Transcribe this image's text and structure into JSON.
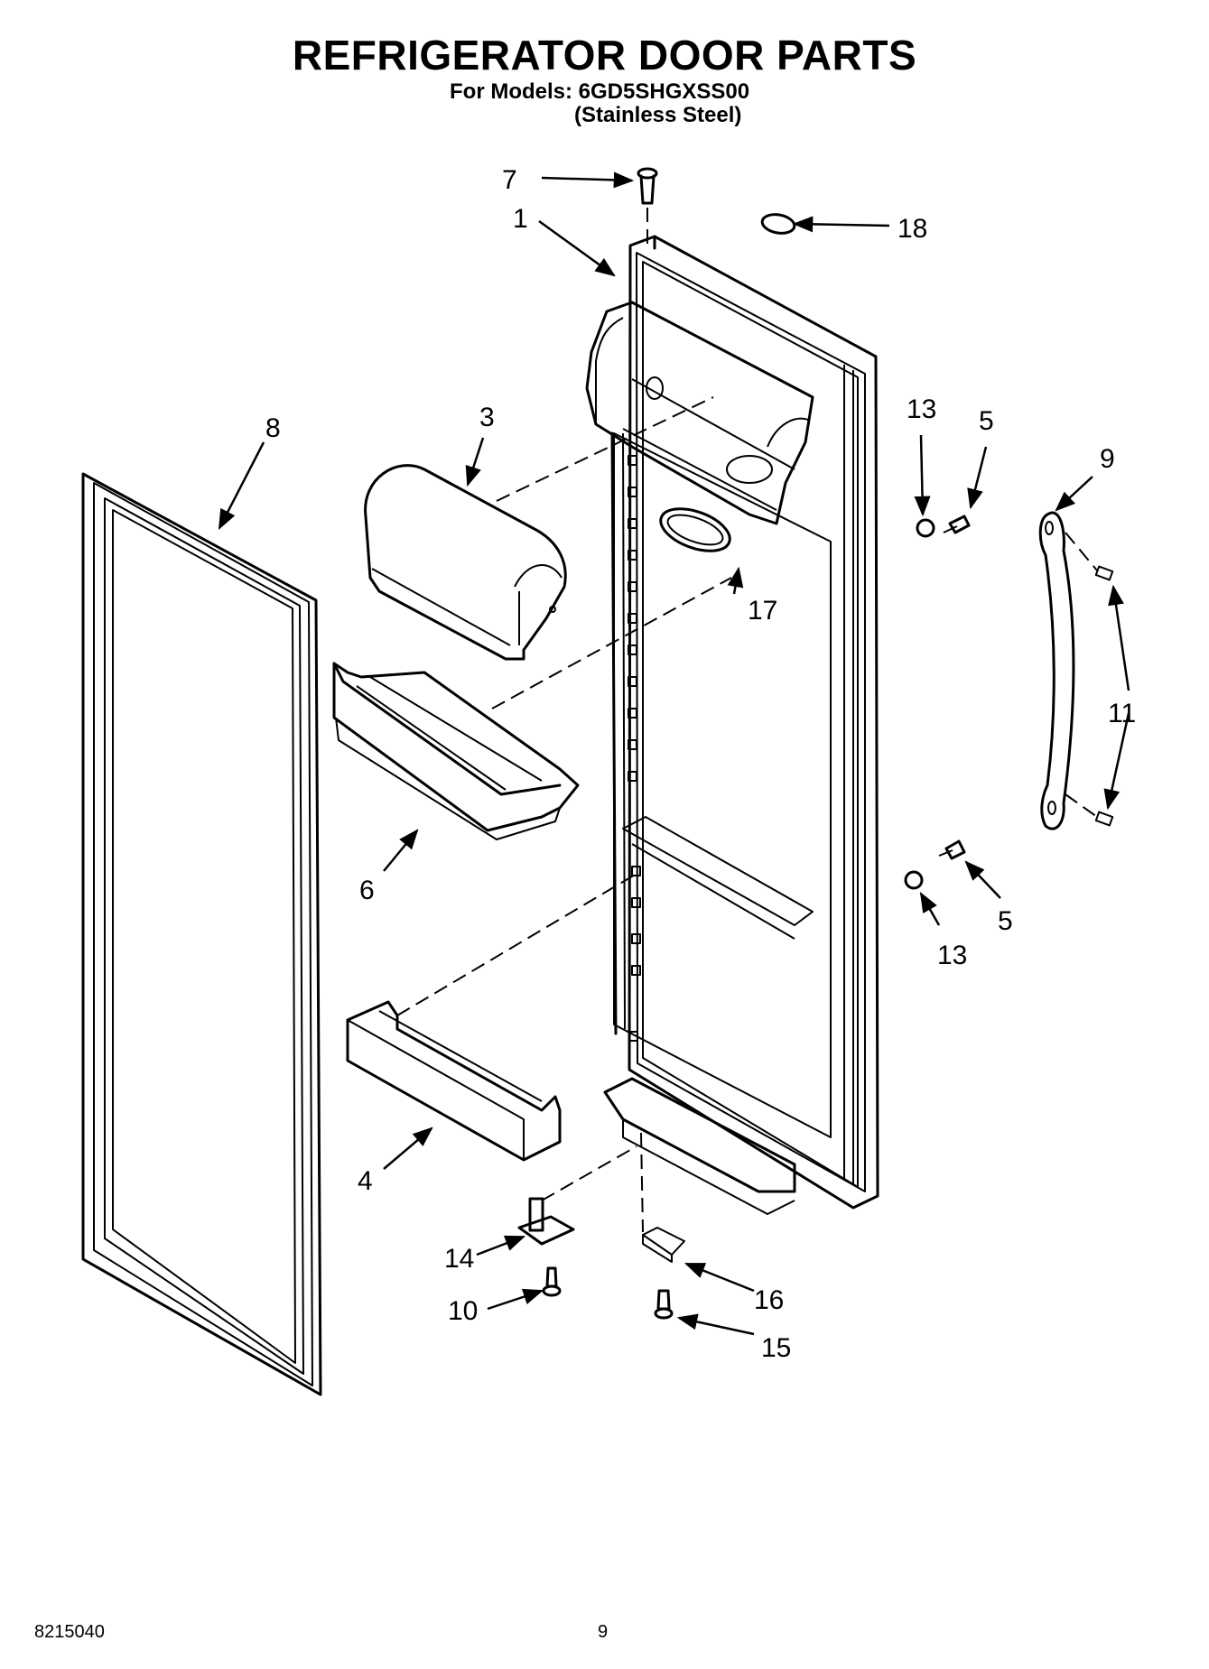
{
  "header": {
    "title": "REFRIGERATOR DOOR PARTS",
    "models_line": "For Models: 6GD5SHGXSS00",
    "finish_line": "(Stainless Steel)"
  },
  "footer": {
    "document_number": "8215040",
    "page_number": "9"
  },
  "part_labels": {
    "door": "1",
    "dairy_door": "3",
    "bin_bottom": "4",
    "screw_upper": "5",
    "screw_lower": "5",
    "bin_middle": "6",
    "hinge_pin": "7",
    "gasket": "8",
    "handle": "9",
    "screw_hinge": "10",
    "handle_screws": "11",
    "spacer_upper": "13",
    "spacer_lower": "13",
    "bottom_hinge": "14",
    "screw_shim": "15",
    "shim": "16",
    "light_lens": "17",
    "plug": "18"
  }
}
